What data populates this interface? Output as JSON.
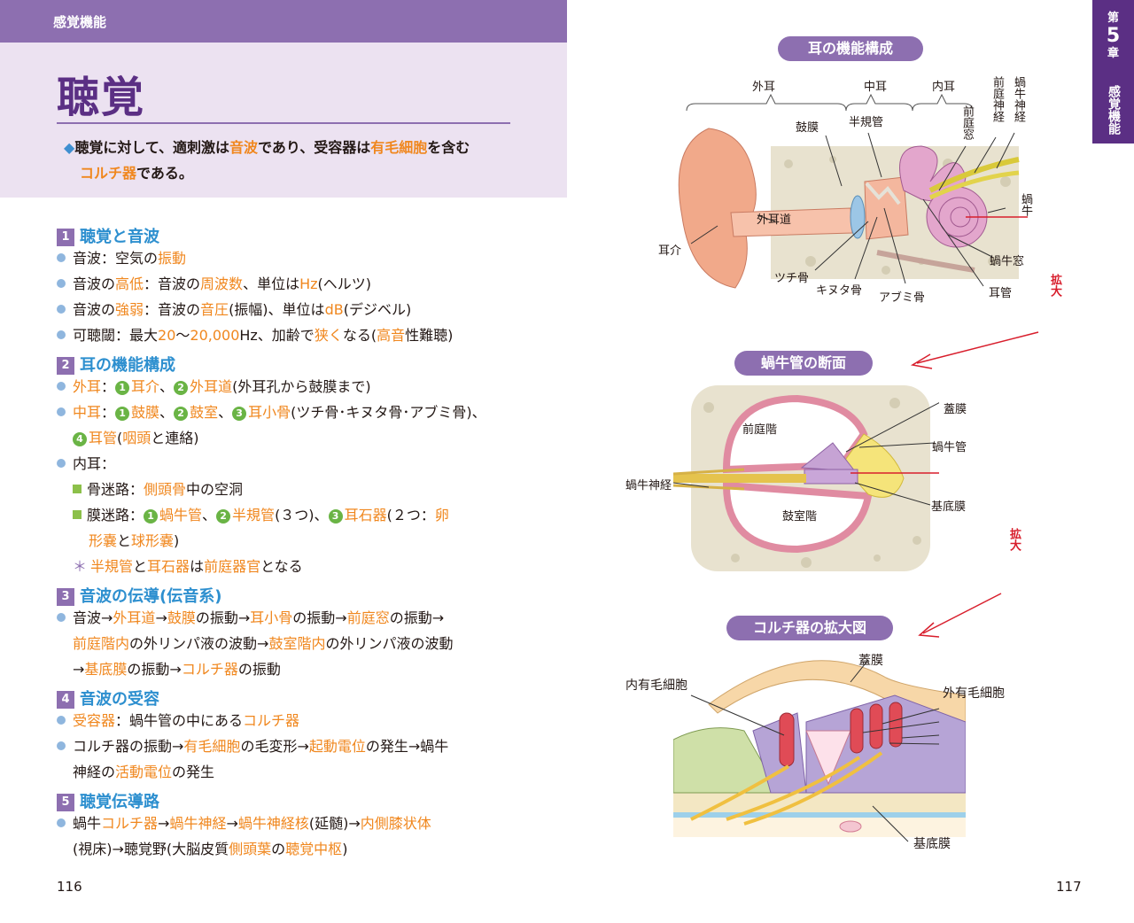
{
  "left_page": {
    "category": "感覚機能",
    "title": "聴覚",
    "summary": {
      "p1": "聴覚に対して、適刺激は",
      "hl1": "音波",
      "p2": "であり、受容器は",
      "hl2": "有毛細胞",
      "p3": "を含む",
      "hl3": "コルチ器",
      "p4": "である。"
    },
    "sections": [
      {
        "num": "1",
        "title": "聴覚と音波"
      },
      {
        "num": "2",
        "title": "耳の機能構成"
      },
      {
        "num": "3",
        "title": "音波の伝導(伝音系)"
      },
      {
        "num": "4",
        "title": "音波の受容"
      },
      {
        "num": "5",
        "title": "聴覚伝導路"
      }
    ],
    "s1": {
      "l1": [
        "音波：空気の",
        "振動"
      ],
      "l2": [
        "音波の",
        "高低",
        "：音波の",
        "周波数",
        "、単位は",
        "Hz",
        "(ヘルツ)"
      ],
      "l3": [
        "音波の",
        "強弱",
        "：音波の",
        "音圧",
        "(振幅)、単位は",
        "dB",
        "(デジベル)"
      ],
      "l4": [
        "可聴閾：最大",
        "20",
        "〜",
        "20,000",
        "Hz、加齢で",
        "狭く",
        "なる(",
        "高音",
        "性難聴)"
      ]
    },
    "s2": {
      "l1": [
        "外耳",
        "：",
        "1",
        "耳介",
        "、",
        "2",
        "外耳道",
        "(外耳孔から鼓膜まで)"
      ],
      "l2": [
        "中耳",
        "：",
        "1",
        "鼓膜",
        "、",
        "2",
        "鼓室",
        "、",
        "3",
        "耳小骨",
        "(ツチ骨･キヌタ骨･アブミ骨)、"
      ],
      "l3": [
        "4",
        "耳管",
        "(",
        "咽頭",
        "と連絡)"
      ],
      "l4": "内耳：",
      "l5": [
        "骨迷路：",
        "側頭骨",
        "中の空洞"
      ],
      "l6": [
        "膜迷路：",
        "1",
        "蝸牛管",
        "、",
        "2",
        "半規管",
        "(３つ)、",
        "3",
        "耳石器",
        "(２つ：",
        "卵"
      ],
      "l7": [
        "形嚢",
        "と",
        "球形嚢",
        ")"
      ],
      "l8": [
        "＊",
        "半規管",
        "と",
        "耳石器",
        "は",
        "前庭器官",
        "となる"
      ]
    },
    "s3": {
      "l1": [
        "音波→",
        "外耳道",
        "→",
        "鼓膜",
        "の振動→",
        "耳小骨",
        "の振動→",
        "前庭窓",
        "の振動→"
      ],
      "l2": [
        "前庭階内",
        "の外リンパ液の波動→",
        "鼓室階内",
        "の外リンパ液の波動"
      ],
      "l3": [
        "→",
        "基底膜",
        "の振動→",
        "コルチ器",
        "の振動"
      ]
    },
    "s4": {
      "l1": [
        "受容器",
        "：蝸牛管の中にある",
        "コルチ器"
      ],
      "l2": [
        "コルチ器の振動→",
        "有毛細胞",
        "の毛変形→",
        "起動電位",
        "の発生→蝸牛"
      ],
      "l3": [
        "神経の",
        "活動電位",
        "の発生"
      ]
    },
    "s5": {
      "l1": [
        "蝸牛",
        "コルチ器",
        "→",
        "蝸牛神経",
        "→",
        "蝸牛神経核",
        "(延髄)→",
        "内側膝状体"
      ],
      "l2": [
        "(視床)→聴覚野(大脳皮質",
        "側頭葉",
        "の",
        "聴覚中枢",
        ")"
      ]
    },
    "page_number": "116"
  },
  "right_page": {
    "chapter_prefix": "第",
    "chapter_num": "5",
    "chapter_suffix": "章",
    "chapter_side": "感覚機能",
    "fig1": {
      "title": "耳の機能構成",
      "outer": "外耳",
      "middle": "中耳",
      "inner": "内耳",
      "labels": {
        "tympanic": "鼓膜",
        "canals": "半規管",
        "vest_window": "前庭窓",
        "vest_nerve": "前庭神経",
        "coch_nerve": "蝸牛神経",
        "cochlea": "蝸牛",
        "canal": "外耳道",
        "auricle": "耳介",
        "malleus": "ツチ骨",
        "incus": "キヌタ骨",
        "stapes": "アブミ骨",
        "round_window": "蝸牛窓",
        "tube": "耳管"
      }
    },
    "fig2": {
      "title": "蝸牛管の断面",
      "labels": {
        "tectorial": "蓋膜",
        "scala_vest": "前庭階",
        "duct": "蝸牛管",
        "nerve": "蝸牛神経",
        "basilar": "基底膜",
        "scala_tymp": "鼓室階"
      }
    },
    "fig3": {
      "title": "コルチ器の拡大図",
      "labels": {
        "tectorial": "蓋膜",
        "inner_hair": "内有毛細胞",
        "outer_hair": "外有毛細胞",
        "basilar": "基底膜"
      }
    },
    "zoom_label": "拡大",
    "page_number": "117"
  },
  "colors": {
    "purple": "#8d6fb0",
    "dark_purple": "#5b2f84",
    "orange": "#f0871e",
    "blue": "#2d8fcf",
    "red": "#d81e2c"
  }
}
